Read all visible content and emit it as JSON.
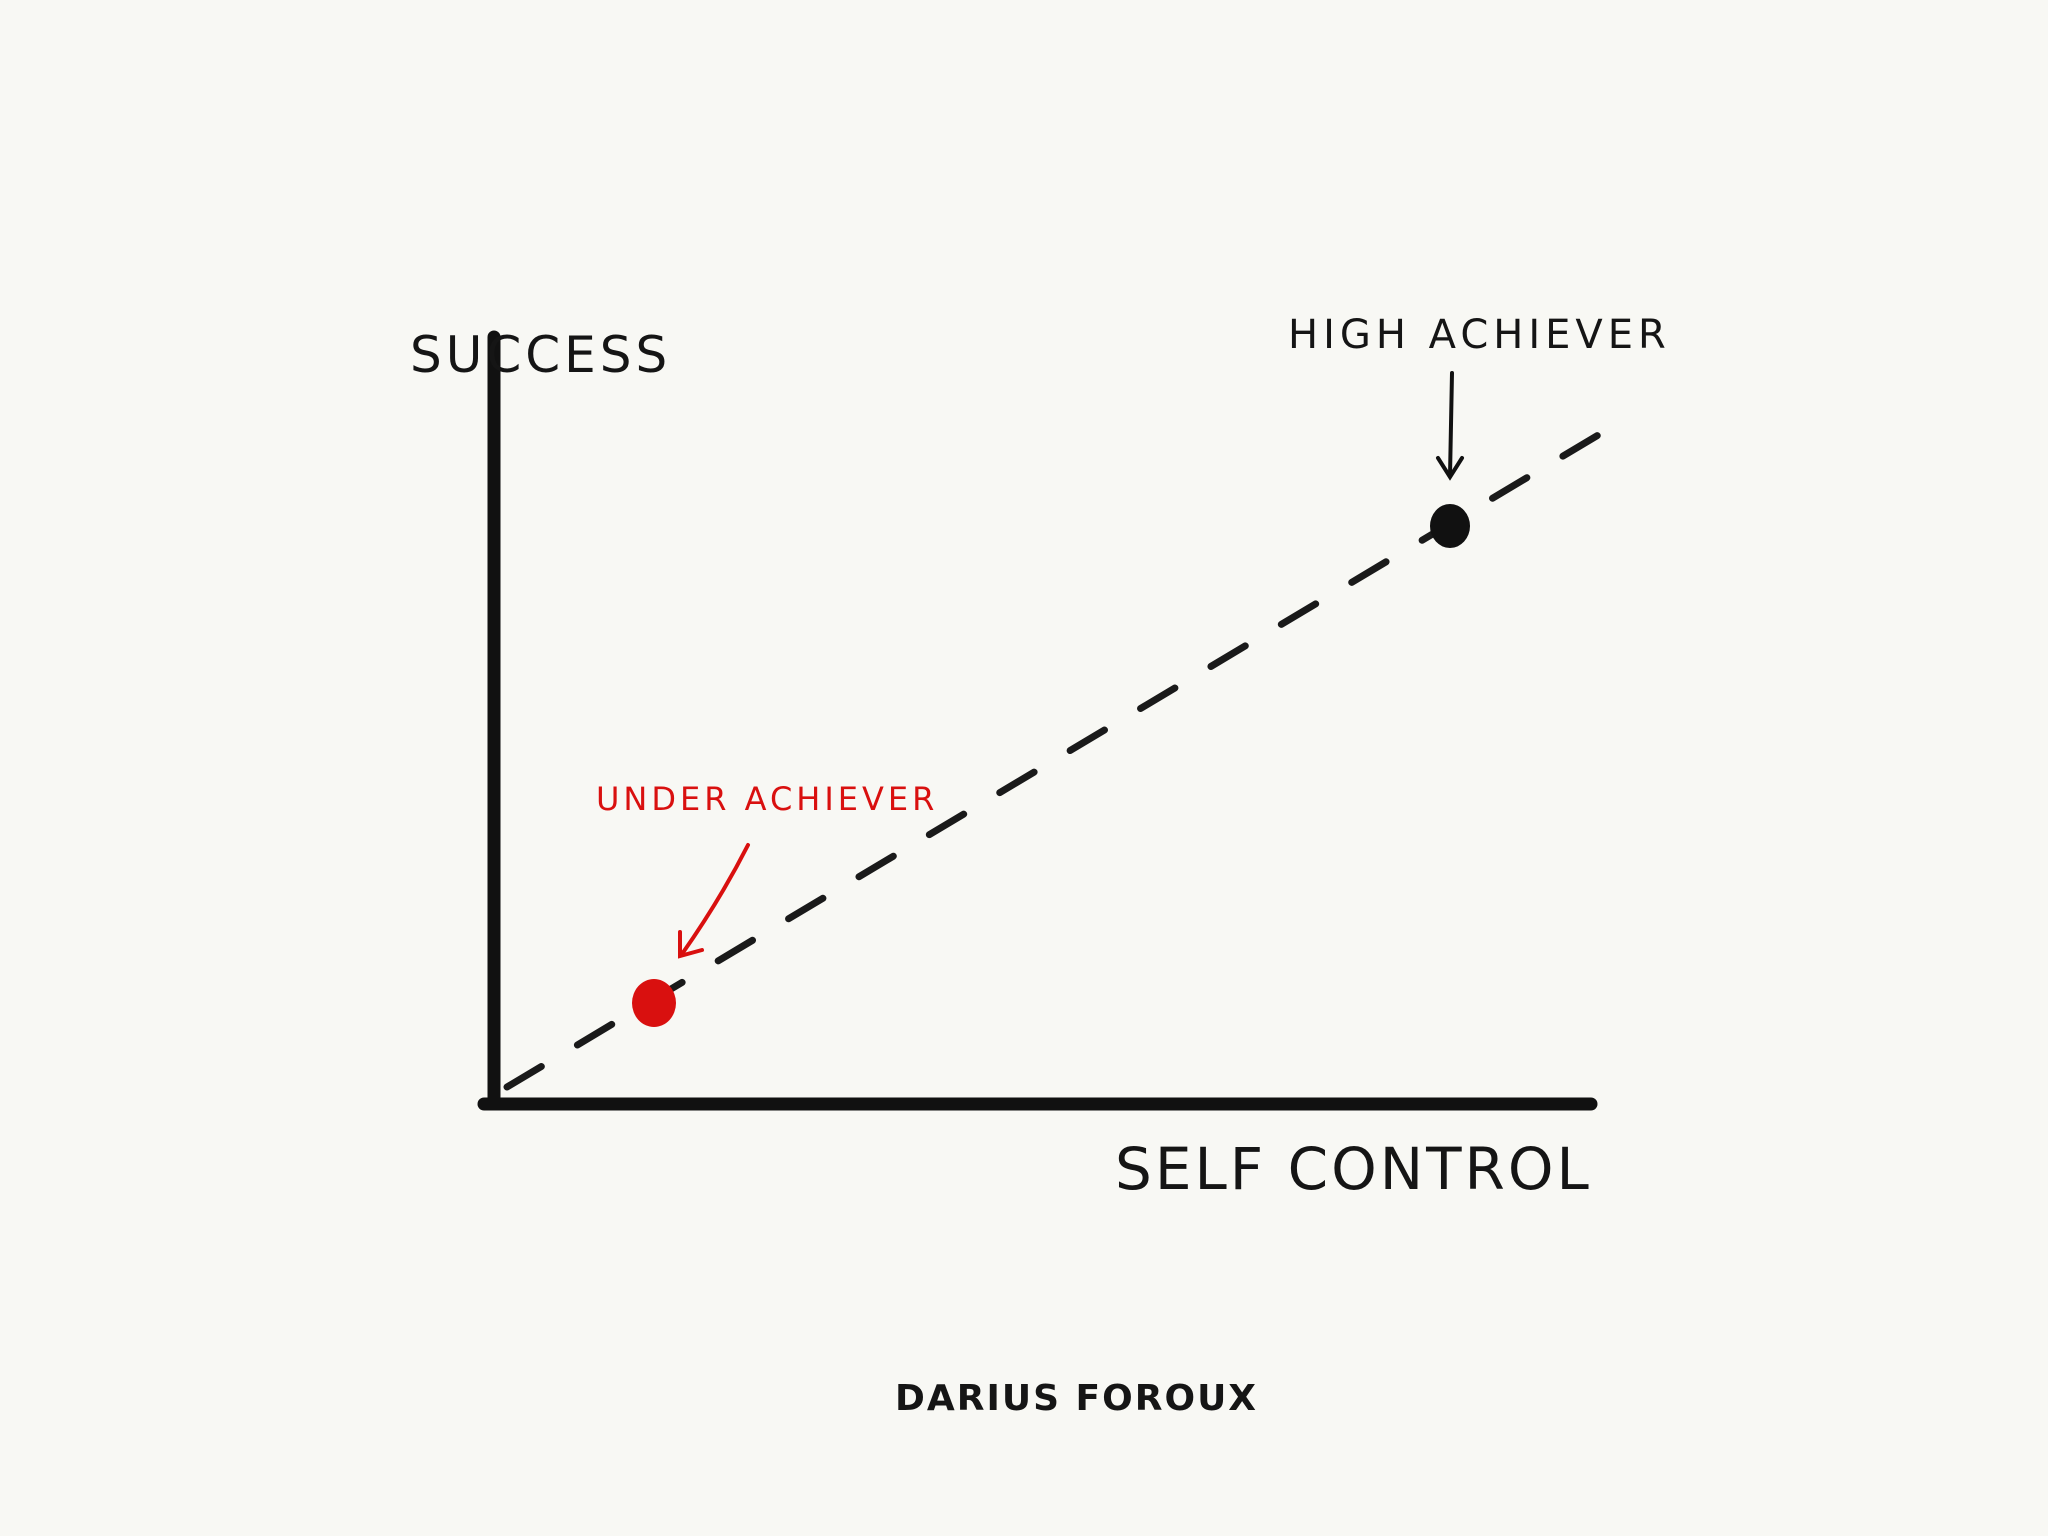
{
  "axes": {
    "y_label": "SUCCESS",
    "x_label": "SELF CONTROL"
  },
  "annotations": {
    "high": {
      "label": "HIGH ACHIEVER",
      "color": "#111111"
    },
    "under": {
      "label": "UNDER ACHIEVER",
      "color": "#d9100f"
    }
  },
  "signature": "DARIUS FOROUX",
  "colors": {
    "background": "#f8f8f4",
    "ink": "#111111",
    "accent": "#d9100f"
  }
}
